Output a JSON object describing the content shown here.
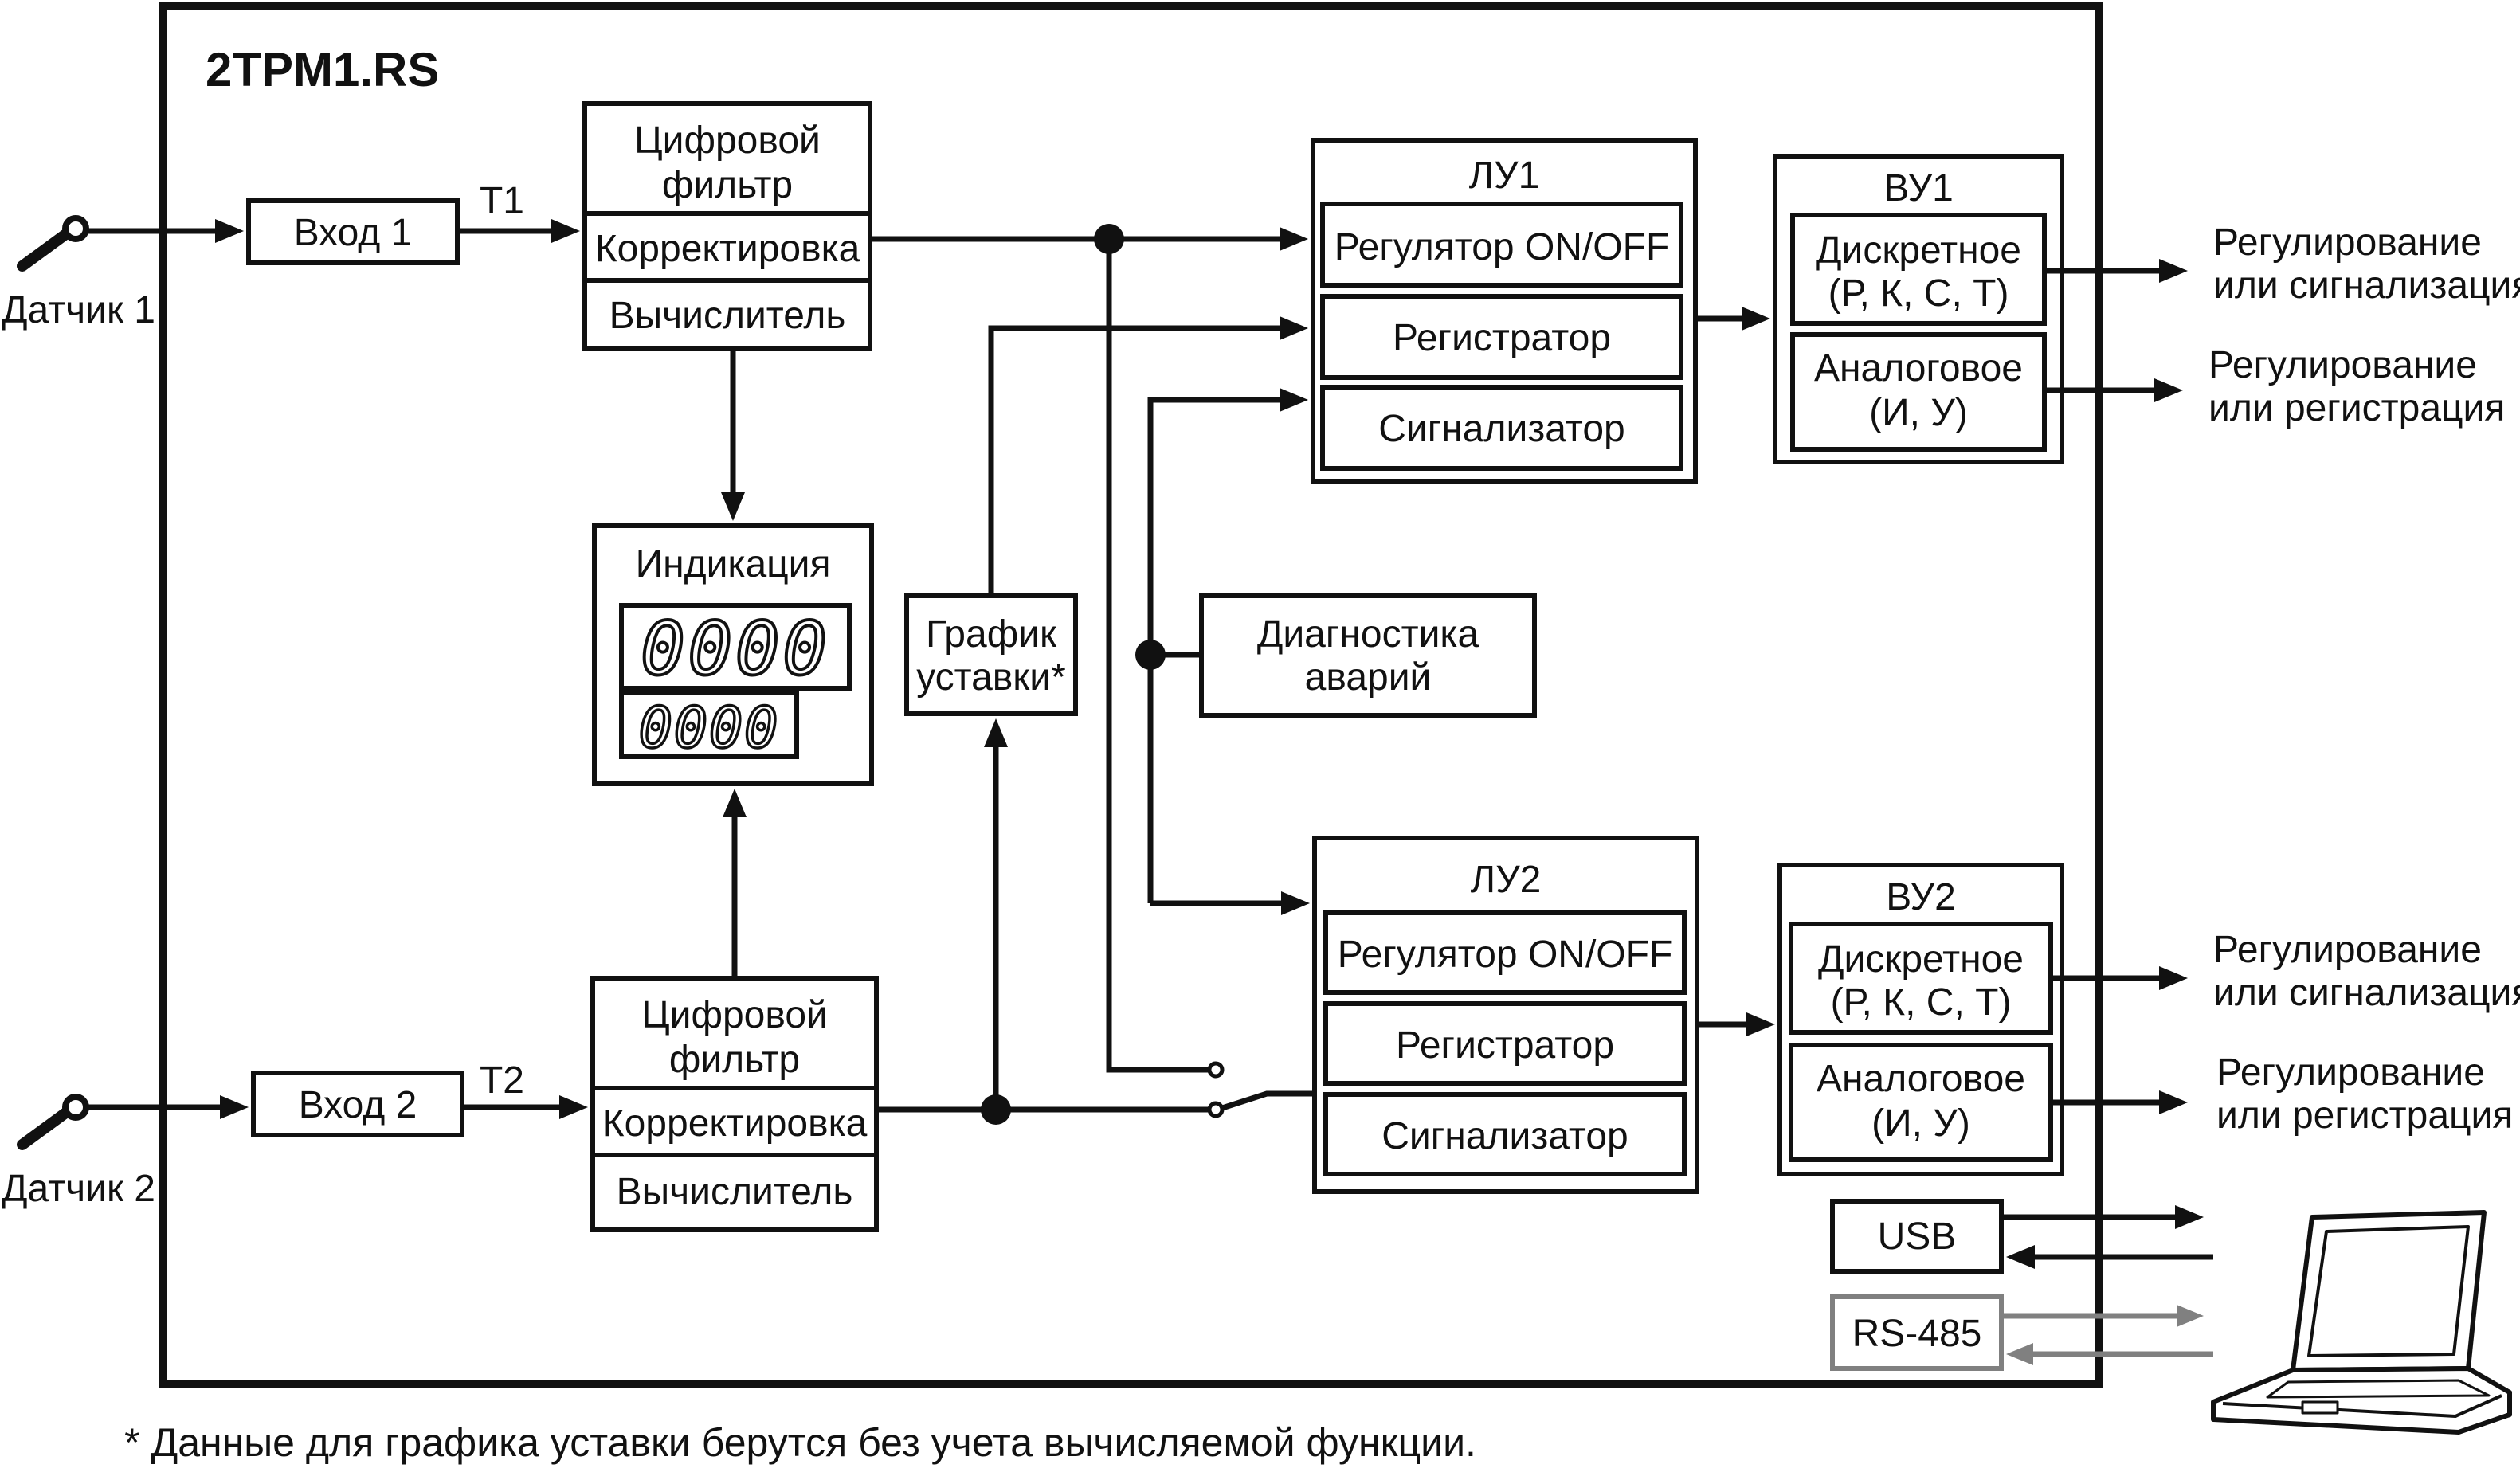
{
  "title": "2TPM1.RS",
  "inputs": {
    "sensor1": "Датчик 1",
    "sensor2": "Датчик 2",
    "input1": "Вход 1",
    "input2": "Вход 2",
    "t1": "T1",
    "t2": "T2"
  },
  "processing1": {
    "filter_line1": "Цифровой",
    "filter_line2": "фильтр",
    "correction": "Корректировка",
    "calculator": "Вычислитель"
  },
  "processing2": {
    "filter_line1": "Цифровой",
    "filter_line2": "фильтр",
    "correction": "Корректировка",
    "calculator": "Вычислитель"
  },
  "indication": {
    "title": "Индикация",
    "display1": "0000",
    "display2": "0000"
  },
  "setpoint_graph": {
    "line1": "График",
    "line2": "уставки*"
  },
  "diagnostics": {
    "line1": "Диагностика",
    "line2": "аварий"
  },
  "lu1": {
    "title": "ЛУ1",
    "regulator": "Регулятор ON/OFF",
    "registrator": "Регистратор",
    "signalizer": "Сигнализатор"
  },
  "lu2": {
    "title": "ЛУ2",
    "regulator": "Регулятор ON/OFF",
    "registrator": "Регистратор",
    "signalizer": "Сигнализатор"
  },
  "vu1": {
    "title": "ВУ1",
    "discrete_line1": "Дискретное",
    "discrete_line2": "(Р, К, С, Т)",
    "analog_line1": "Аналоговое",
    "analog_line2": "(И, У)"
  },
  "vu2": {
    "title": "ВУ2",
    "discrete_line1": "Дискретное",
    "discrete_line2": "(Р, К, С, Т)",
    "analog_line1": "Аналоговое",
    "analog_line2": "(И, У)"
  },
  "outputs": {
    "out1_line1": "Регулирование",
    "out1_line2": "или сигнализация",
    "out2_line1": "Регулирование",
    "out2_line2": "или регистрация",
    "out3_line1": "Регулирование",
    "out3_line2": "или сигнализация",
    "out4_line1": "Регулирование",
    "out4_line2": "или регистрация"
  },
  "interfaces": {
    "usb": "USB",
    "rs485": "RS-485"
  },
  "footnote": "* Данные для графика уставки берутся без учета вычисляемой функции.",
  "colors": {
    "line": "#111111",
    "rs485": "#808080",
    "background": "#ffffff"
  },
  "icons": {
    "sensor": "sensor-probe-icon",
    "computer": "laptop-icon"
  }
}
